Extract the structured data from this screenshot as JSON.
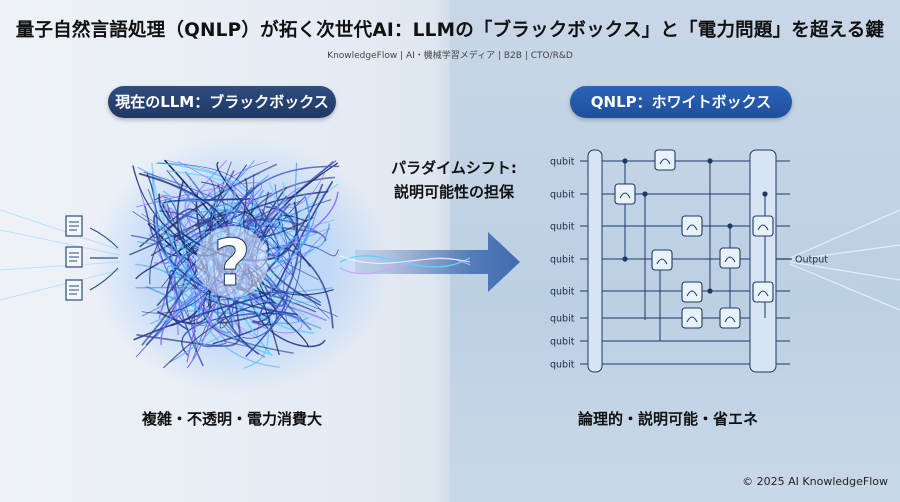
{
  "header": {
    "title": "量子自然言語処理（QNLP）が拓く次世代AI：LLMの「ブラックボックス」と「電力問題」を超える鍵",
    "subtitle": "KnowledgeFlow | AI・機械学習メディア | B2B | CTO/R&D"
  },
  "left": {
    "pill": "現在のLLM：ブラックボックス",
    "question": "?",
    "caption": "複雑・不透明・電力消費大"
  },
  "center": {
    "shift_line1": "パラダイムシフト:",
    "shift_line2": "説明可能性の担保"
  },
  "right": {
    "pill": "QNLP：ホワイトボックス",
    "qubit_labels": [
      "qubit",
      "qubit",
      "qubit",
      "qubit",
      "qubit",
      "qubit",
      "qubit",
      "qubit"
    ],
    "output_label": "Output",
    "caption": "論理的・説明可能・省エネ"
  },
  "footer": {
    "copyright": "© 2025 AI KnowledgeFlow"
  },
  "colors": {
    "left_pill": "#1f3866",
    "right_pill": "#1f4f9b",
    "accent_cyan": "#5fd0ff",
    "circuit_line": "#1d3a66"
  }
}
